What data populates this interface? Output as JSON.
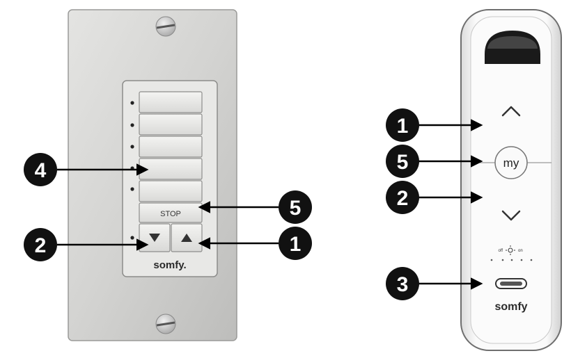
{
  "wall_switch": {
    "stop_label": "STOP",
    "down_icon": "triangle-down-icon",
    "up_icon": "triangle-up-icon",
    "brand": "somfy."
  },
  "remote": {
    "my_label": "my",
    "up_icon": "chevron-up-icon",
    "down_icon": "chevron-down-icon",
    "off_label": "off",
    "on_label": "on",
    "brand": "somfy"
  },
  "callouts": {
    "wall_4": "4",
    "wall_2": "2",
    "wall_5": "5",
    "wall_1": "1",
    "remote_1": "1",
    "remote_5": "5",
    "remote_2": "2",
    "remote_3": "3"
  },
  "colors": {
    "callout_fill": "#111111",
    "plate": "#d4d4d2",
    "remote_body": "#f2f2f2"
  }
}
